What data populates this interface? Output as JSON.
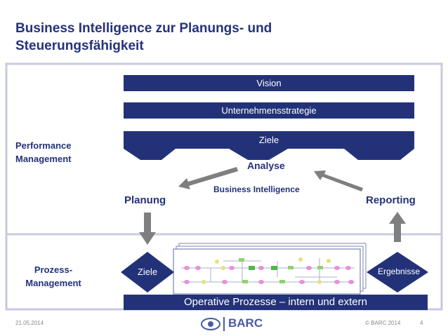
{
  "header": {
    "title_line1": "Business Intelligence zur Planungs- und",
    "title_line2": "Steuerungsfähigkeit"
  },
  "pyramid": {
    "level1": "Vision",
    "level2": "Unternehmensstrategie",
    "level3": "Ziele"
  },
  "performance": {
    "label_line1": "Performance",
    "label_line2": "Management"
  },
  "cycle": {
    "analyse": "Analyse",
    "business_intelligence": "Business Intelligence",
    "planung": "Planung",
    "reporting": "Reporting"
  },
  "prozess": {
    "label_line1": "Prozess-",
    "label_line2": "Management",
    "ziele": "Ziele",
    "ergebnisse": "Ergebnisse",
    "bar": "Operative Prozesse – intern und extern"
  },
  "footer": {
    "date": "21.05.2014",
    "logo_text": "BARC",
    "copyright": "© BARC 2014",
    "page": "4"
  },
  "colors": {
    "navy": "#233278",
    "frame_border": "#c7cbe0",
    "arrow_gray": "#808080"
  }
}
